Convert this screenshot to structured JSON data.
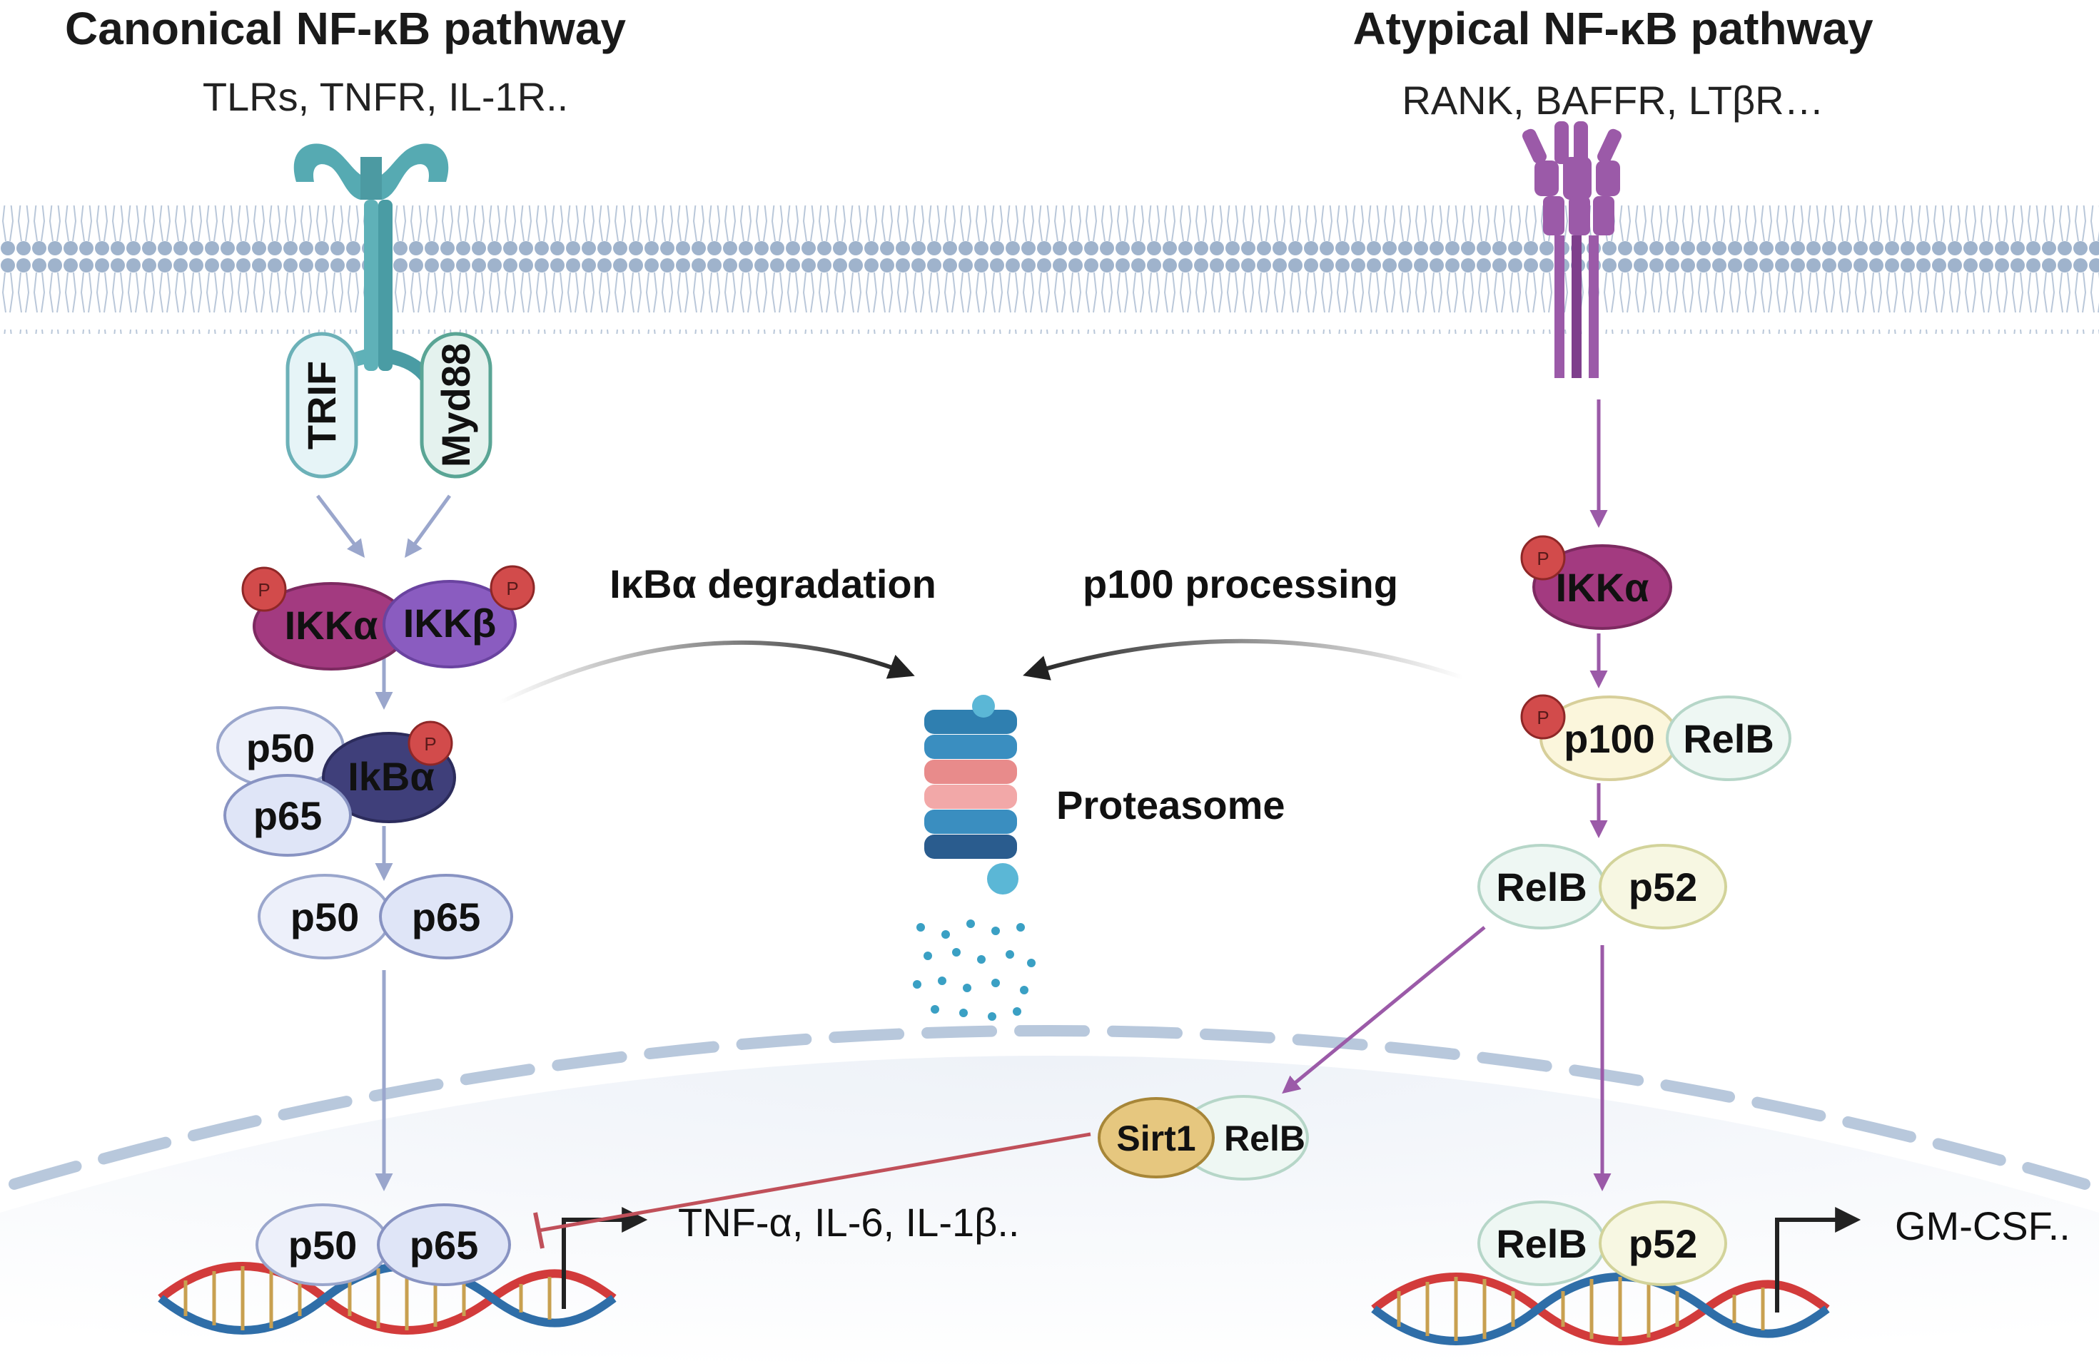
{
  "canonical": {
    "title": "Canonical NF-κB pathway",
    "receptors": "TLRs, TNFR, IL-1R..",
    "adaptor1": "TRIF",
    "adaptor2": "Myd88",
    "ikk_alpha": "IKKα",
    "ikk_beta": "IKKβ",
    "p50": "p50",
    "p65": "p65",
    "ikb_alpha": "IkBα",
    "free_p50": "p50",
    "free_p65": "p65",
    "nuc_p50": "p50",
    "nuc_p65": "p65",
    "target_genes": "TNF-α, IL-6, IL-1β.."
  },
  "atypical": {
    "title": "Atypical NF-κB pathway",
    "receptors": "RANK, BAFFR, LTβR…",
    "ikk_alpha": "IKKα",
    "p100": "p100",
    "relb": "RelB",
    "relb2": "RelB",
    "p52": "p52",
    "nuc_relb": "RelB",
    "nuc_p52": "p52",
    "target_genes": "GM-CSF.."
  },
  "center": {
    "ikba_degradation": "IκBα degradation",
    "p100_processing": "p100 processing",
    "proteasome": "Proteasome",
    "sirt1": "Sirt1",
    "sirt1_relb": "RelB"
  },
  "phospho_label": "P",
  "colors": {
    "canonical_arrow": "#9aa6cc",
    "atypical_arrow": "#9b5aa8",
    "inhibition": "#c0505a",
    "membrane": "#9fb3cc",
    "ikk_alpha": "#a33a80",
    "ikk_beta": "#8a5cc0",
    "ikb": "#3f3f7a",
    "phospho": "#d24b4b"
  }
}
